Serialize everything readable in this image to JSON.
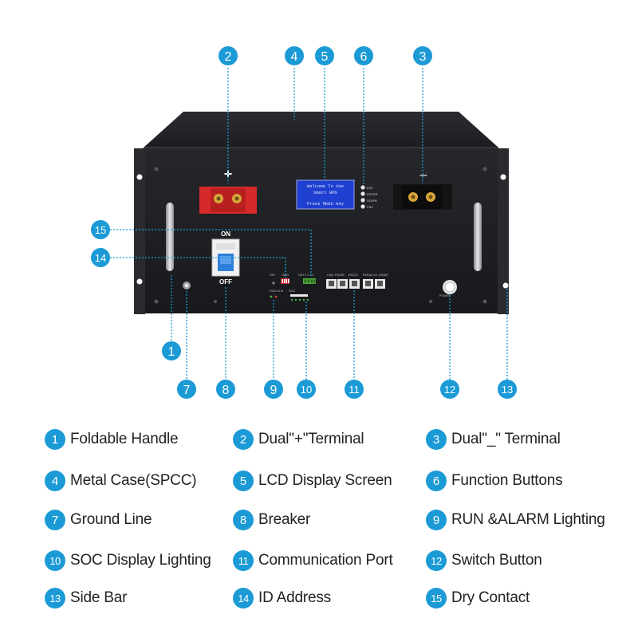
{
  "panel": {
    "positive_sign": "+",
    "negative_sign": "–",
    "lcd_lines": [
      "Welcome To Use",
      "Smart BMS",
      "Press MENU Key"
    ],
    "function_buttons": [
      "ESC",
      "ENTER",
      "DOWN",
      "FNC"
    ],
    "breaker_on": "ON",
    "breaker_off": "OFF",
    "port_labels": {
      "rst": "RST",
      "add": "ADD",
      "dry": "DRY1 2 3 4",
      "run_alarm": "RUN ALM",
      "soc": "SOC",
      "can": "CAN",
      "rs485": "RS485",
      "rs232": "RS232",
      "parallel": "PARALLEL RS485",
      "power": "POWER"
    }
  },
  "callouts": [
    "1",
    "2",
    "3",
    "4",
    "5",
    "6",
    "7",
    "8",
    "9",
    "10",
    "11",
    "12",
    "13",
    "14",
    "15"
  ],
  "legend": [
    {
      "num": "1",
      "label": "Foldable Handle"
    },
    {
      "num": "2",
      "label": "Dual\"+\"Terminal"
    },
    {
      "num": "3",
      "label": "Dual\"_\" Terminal"
    },
    {
      "num": "4",
      "label": "Metal Case(SPCC)"
    },
    {
      "num": "5",
      "label": "LCD Display Screen"
    },
    {
      "num": "6",
      "label": "Function Buttons"
    },
    {
      "num": "7",
      "label": "Ground Line"
    },
    {
      "num": "8",
      "label": "Breaker"
    },
    {
      "num": "9",
      "label": "RUN &ALARM Lighting"
    },
    {
      "num": "10",
      "label": "SOC Display Lighting"
    },
    {
      "num": "11",
      "label": "Communication Port"
    },
    {
      "num": "12",
      "label": "Switch Button"
    },
    {
      "num": "13",
      "label": "Side Bar"
    },
    {
      "num": "14",
      "label": "ID Address"
    },
    {
      "num": "15",
      "label": "Dry Contact"
    }
  ],
  "colors": {
    "accent": "#1b9ad6",
    "case": "#1f2024",
    "lcd": "#1f3fd0",
    "terminal_positive": "#d42a2a",
    "terminal_negative": "#141414"
  }
}
